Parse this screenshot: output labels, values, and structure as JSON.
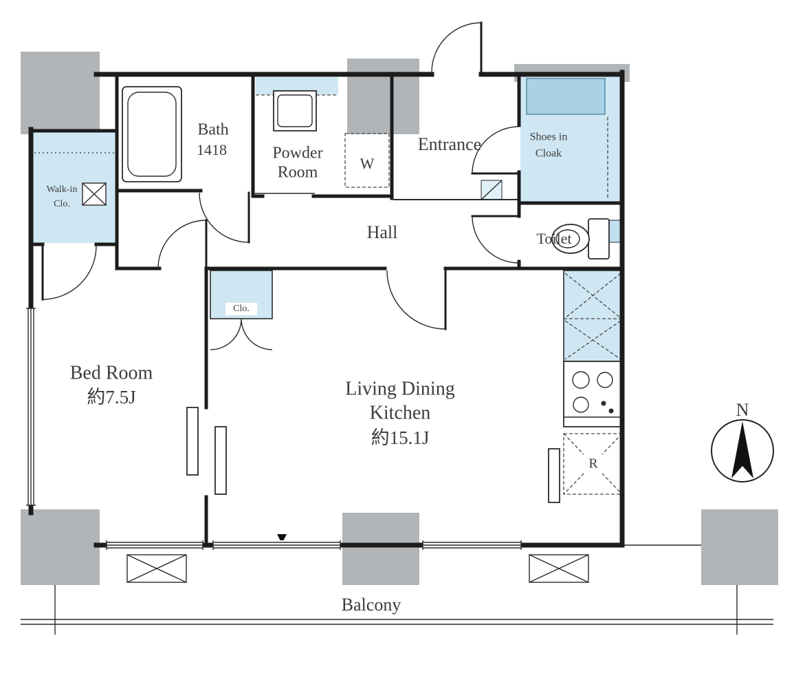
{
  "plan": {
    "rooms": {
      "bath": {
        "name": "Bath",
        "size": "1418"
      },
      "powder_room": {
        "name_line1": "Powder",
        "name_line2": "Room",
        "washer": "W"
      },
      "entrance": {
        "name": "Entrance"
      },
      "shoes_in_cloak": {
        "name_line1": "Shoes in",
        "name_line2": "Cloak"
      },
      "walk_in_closet": {
        "name_line1": "Walk-in",
        "name_line2": "Clo."
      },
      "hall": {
        "name": "Hall"
      },
      "toilet": {
        "name": "Toilet"
      },
      "closet": {
        "name": "Clo."
      },
      "bedroom": {
        "name": "Bed Room",
        "size": "約7.5J"
      },
      "living_dining_kitchen": {
        "name_line1": "Living Dining",
        "name_line2": "Kitchen",
        "size": "約15.1J",
        "refrigerator": "R"
      },
      "balcony": {
        "name": "Balcony"
      }
    },
    "compass": {
      "north": "N"
    },
    "colors": {
      "wall": "#1c1c1c",
      "pillar": "#b2b5b7",
      "fixture_blue": "#cfe7f3",
      "fixture_blue_dark": "#a9d2e6",
      "text": "#3c3c3c",
      "background": "#ffffff"
    }
  }
}
